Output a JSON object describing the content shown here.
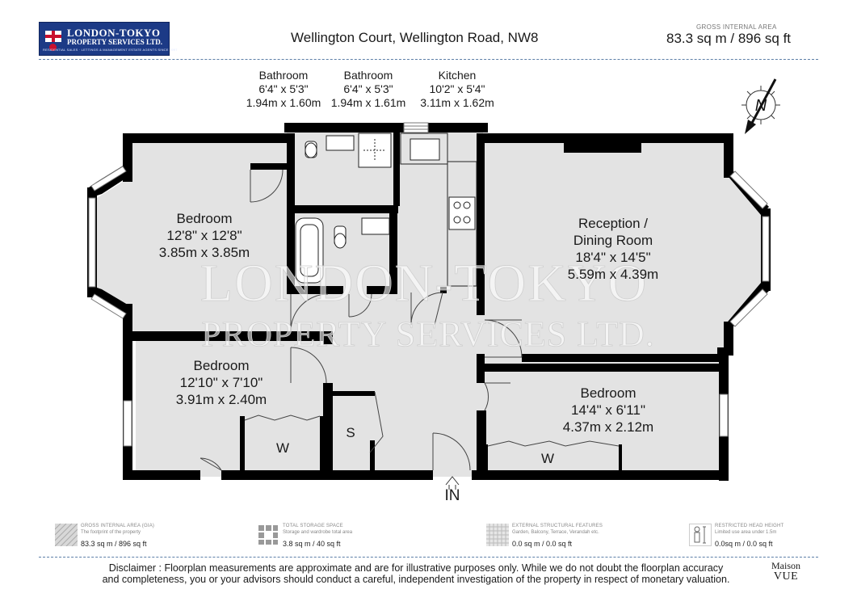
{
  "header": {
    "logo": {
      "line1": "LONDON-TOKYO",
      "line2": "PROPERTY SERVICES LTD.",
      "tagline": "RESIDENTIAL SALES · LETTINGS & MANAGEMENT ESTATE AGENTS SINCE 1997"
    },
    "title": "Wellington Court, Wellington Road, NW8",
    "gia_label": "GROSS INTERNAL AREA",
    "gia_value": "83.3 sq m / 896 sq ft"
  },
  "rooms": [
    {
      "id": "bathroom1",
      "name": "Bathroom",
      "imperial": "6'4\" x 5'3\"",
      "metric": "1.94m x 1.60m"
    },
    {
      "id": "bathroom2",
      "name": "Bathroom",
      "imperial": "6'4\" x 5'3\"",
      "metric": "1.94m x 1.61m"
    },
    {
      "id": "kitchen",
      "name": "Kitchen",
      "imperial": "10'2\" x 5'4\"",
      "metric": "3.11m x 1.62m"
    },
    {
      "id": "bedroom1",
      "name": "Bedroom",
      "imperial": "12'8\" x 12'8\"",
      "metric": "3.85m x 3.85m"
    },
    {
      "id": "reception",
      "name": "Reception /",
      "name2": "Dining Room",
      "imperial": "18'4\" x 14'5\"",
      "metric": "5.59m x 4.39m"
    },
    {
      "id": "bedroom2",
      "name": "Bedroom",
      "imperial": "12'10\" x 7'10\"",
      "metric": "3.91m x 2.40m"
    },
    {
      "id": "bedroom3",
      "name": "Bedroom",
      "imperial": "14'4\" x 6'11\"",
      "metric": "4.37m x 2.12m"
    }
  ],
  "plan_labels": {
    "wardrobe": "W",
    "storage": "S",
    "entrance": "IN",
    "north": "N"
  },
  "watermark": {
    "line1": "LONDON-TOKYO",
    "line2": "PROPERTY SERVICES LTD."
  },
  "legend": [
    {
      "heading": "GROSS INTERNAL AREA (GIA)",
      "desc": "The footprint of the property",
      "value": "83.3 sq m / 896 sq ft"
    },
    {
      "heading": "TOTAL STORAGE SPACE",
      "desc": "Storage and wardrobe total area",
      "value": "3.8 sq m / 40 sq ft"
    },
    {
      "heading": "EXTERNAL STRUCTURAL FEATURES",
      "desc": "Garden, Balcony, Terrace, Verandah etc.",
      "value": "0.0 sq m / 0.0 sq ft"
    },
    {
      "heading": "RESTRICTED HEAD HEIGHT",
      "desc": "Limited use area under 1.5m",
      "value": "0.0sq m / 0.0 sq ft"
    }
  ],
  "disclaimer": {
    "line1": "Disclaimer : Floorplan measurements are approximate and are for illustrative purposes only. While we do not doubt the floorplan accuracy",
    "line2": "and completeness, you or your advisors should conduct a careful, independent investigation of the property in respect of monetary valuation."
  },
  "brand": {
    "line1": "Maison",
    "line2": "VUE"
  },
  "colors": {
    "floor": "#e3e3e3",
    "wall": "#000000",
    "logo_bg": "#1c3a86",
    "divider": "#5d7fa8"
  }
}
